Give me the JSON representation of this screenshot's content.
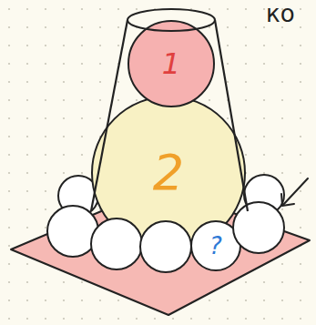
{
  "diagram": {
    "nodes": [
      {
        "text": [
          "1"
        ]
      },
      {
        "text": [
          "2"
        ]
      },
      {
        "text": [
          "?"
        ]
      }
    ],
    "labels": [
      "ко"
    ]
  }
}
